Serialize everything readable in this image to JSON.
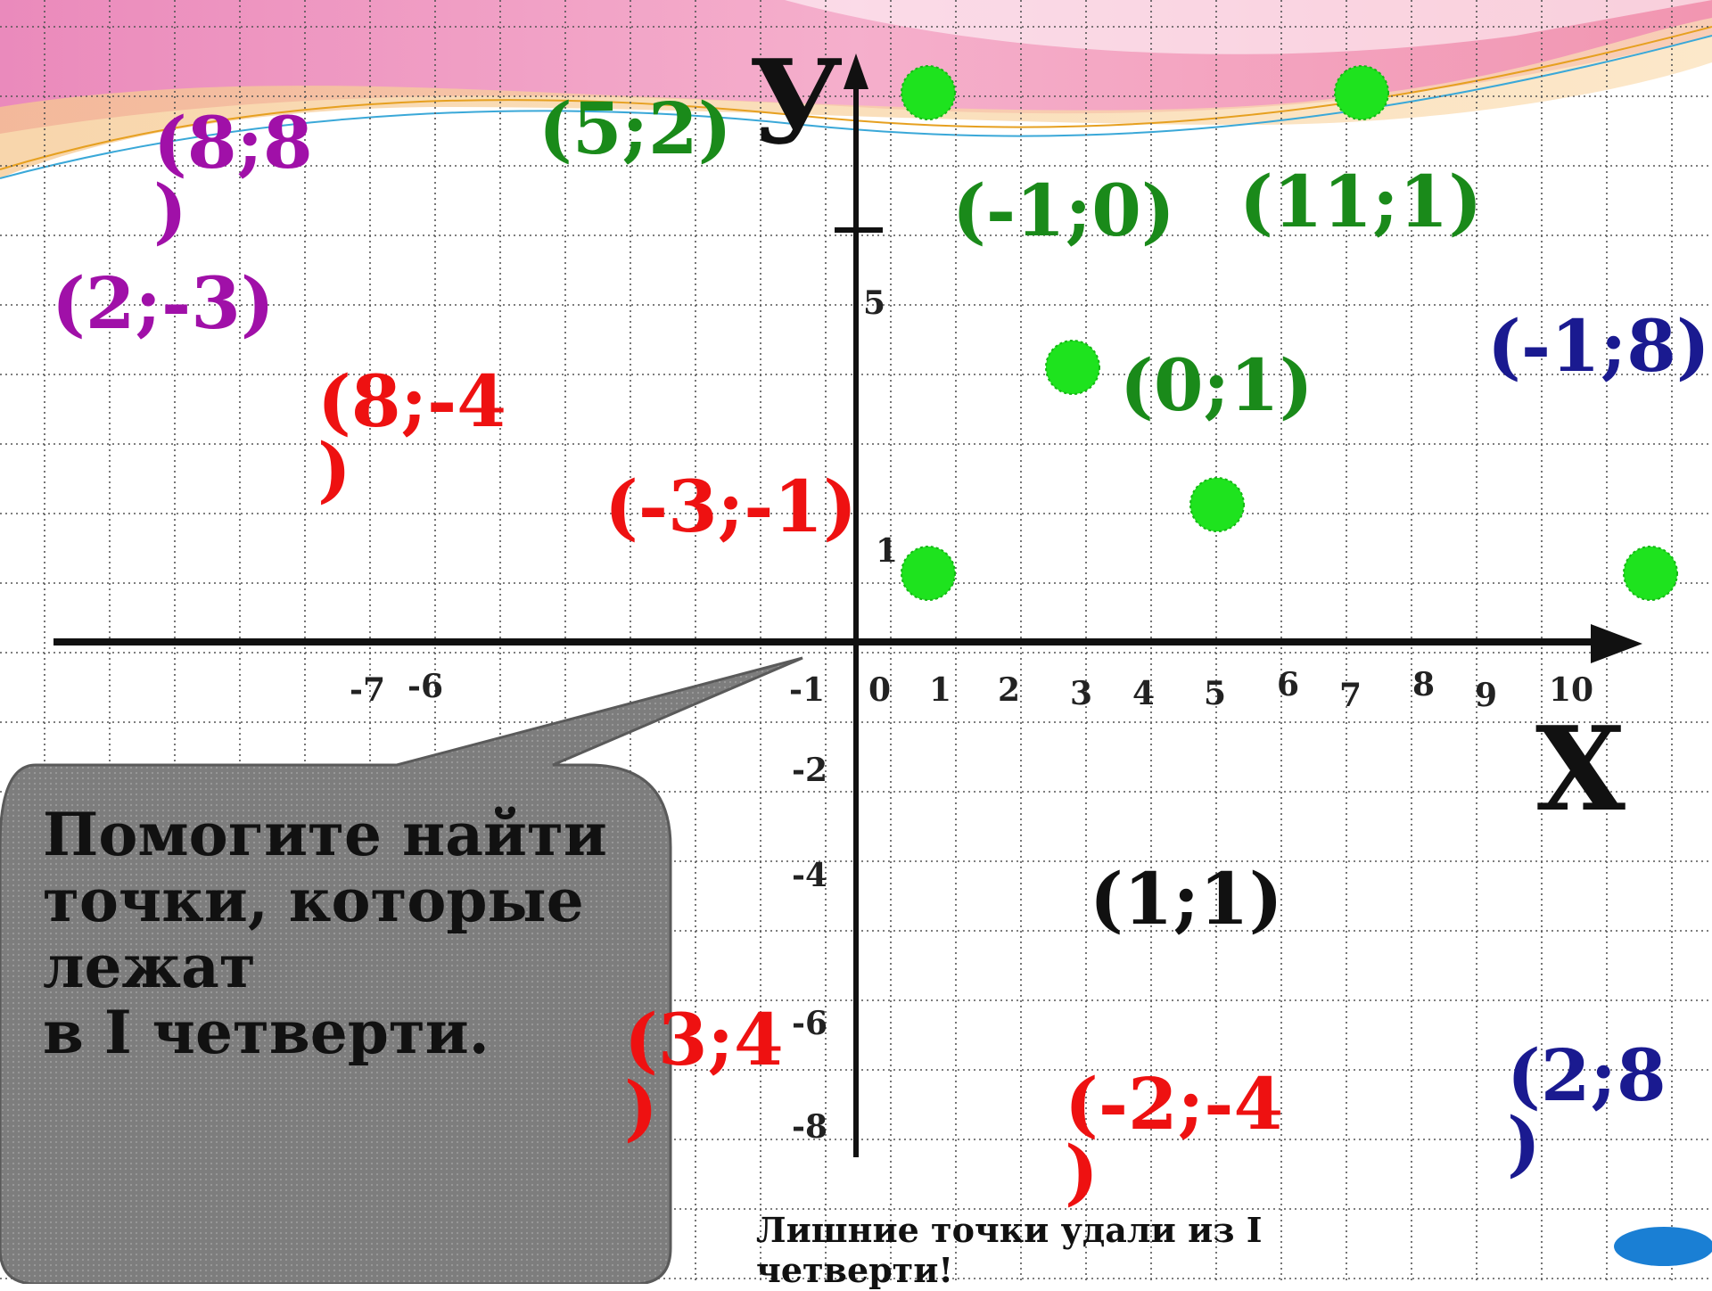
{
  "axes": {
    "x_name": "X",
    "y_name": "У"
  },
  "x_ticks": [
    {
      "label": "-7",
      "value": -7
    },
    {
      "label": "-6",
      "value": -6
    },
    {
      "label": "-1",
      "value": -1
    },
    {
      "label": "0",
      "value": 0
    },
    {
      "label": "1",
      "value": 1
    },
    {
      "label": "2",
      "value": 2
    },
    {
      "label": "3",
      "value": 3
    },
    {
      "label": "4",
      "value": 4
    },
    {
      "label": "5",
      "value": 5
    },
    {
      "label": "6",
      "value": 6
    },
    {
      "label": "7",
      "value": 7
    },
    {
      "label": "8",
      "value": 8
    },
    {
      "label": "9",
      "value": 9
    },
    {
      "label": "10",
      "value": 10
    }
  ],
  "y_ticks": [
    {
      "label": "5",
      "value": 5
    },
    {
      "label": "1",
      "value": 1
    },
    {
      "label": "-2",
      "value": -2
    },
    {
      "label": "-4",
      "value": -4
    },
    {
      "label": "-6",
      "value": -6
    },
    {
      "label": "-8",
      "value": -8
    }
  ],
  "points": [
    {
      "x": 1,
      "y": 8
    },
    {
      "x": 7,
      "y": 8
    },
    {
      "x": 3,
      "y": 4
    },
    {
      "x": 5,
      "y": 2
    },
    {
      "x": 1,
      "y": 1
    },
    {
      "x": 11,
      "y": 1
    }
  ],
  "labels": [
    {
      "text": "(8;8\n)",
      "color": "#a010a8"
    },
    {
      "text": "(2;-3)",
      "color": "#a010a8"
    },
    {
      "text": "(5;2)",
      "color": "#1a8a1a"
    },
    {
      "text": "(-1;0)",
      "color": "#1a8a1a"
    },
    {
      "text": "(11;1)",
      "color": "#1a8a1a"
    },
    {
      "text": "(0;1)",
      "color": "#1a8a1a"
    },
    {
      "text": "(-1;8)",
      "color": "#1a1a90"
    },
    {
      "text": "(8;-4\n)",
      "color": "#ee1111"
    },
    {
      "text": "(-3;-1)",
      "color": "#ee1111"
    },
    {
      "text": "(1;1)",
      "color": "#111111"
    },
    {
      "text": "(3;4\n)",
      "color": "#ee1111"
    },
    {
      "text": "(-2;-4\n)",
      "color": "#ee1111"
    },
    {
      "text": "(2;8\n)",
      "color": "#1a1a90"
    }
  ],
  "bubble": {
    "text": " Помогите найти\nточки, которые\nлежат\nв I четверти."
  },
  "footnote": "Лишние точки удали из I\nчетверти!",
  "colors": {
    "point": "#1ee31e",
    "grid": "#555555",
    "bubble": "#7a7a7a",
    "nav_button": "#1a7fd4"
  }
}
